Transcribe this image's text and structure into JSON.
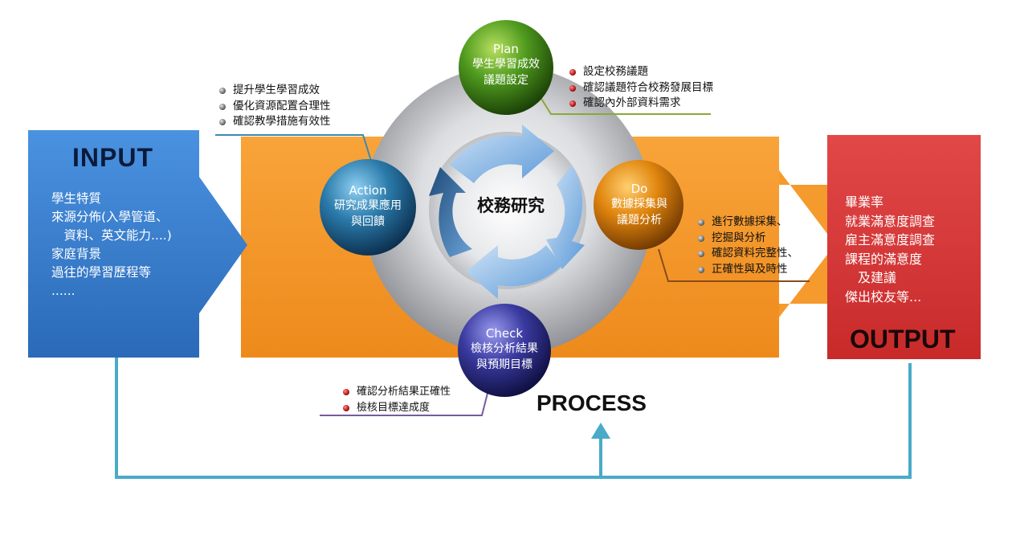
{
  "input": {
    "title": "INPUT",
    "items": [
      "學生特質",
      "來源分佈(入學管道、",
      "　資料、英文能力....)",
      "家庭背景",
      "過往的學習歷程等",
      "......"
    ]
  },
  "output": {
    "title": "OUTPUT",
    "items": [
      "畢業率",
      "就業滿意度調查",
      "雇主滿意度調查",
      "課程的滿意度",
      "　及建議",
      "傑出校友等..."
    ]
  },
  "process": {
    "title": "PROCESS"
  },
  "center": {
    "label": "校務研究"
  },
  "plan": {
    "title": "Plan",
    "line1": "學生學習成效",
    "line2": "議題設定",
    "bullets": [
      "設定校務議題",
      "確認議題符合校務發展目標",
      "確認內外部資料需求"
    ]
  },
  "do": {
    "title": "Do",
    "line1": "數據採集與",
    "line2": "議題分析",
    "bullets": [
      "進行數據採集、",
      "挖掘與分析",
      "確認資料完整性、",
      "正確性與及時性"
    ]
  },
  "check": {
    "title": "Check",
    "line1": "檢核分析結果",
    "line2": "與預期目標",
    "bullets": [
      "確認分析結果正確性",
      "檢核目標達成度"
    ]
  },
  "action": {
    "title": "Action",
    "line1": "研究成果應用",
    "line2": "與回饋",
    "bullets": [
      "提升學生學習成效",
      "優化資源配置合理性",
      "確認教學措施有效性"
    ]
  },
  "colors": {
    "input_blue": "#3a7fd0",
    "output_red": "#d83a3a",
    "process_orange": "#f59a2c",
    "feedback_teal": "#4aaac8",
    "plan_green": "#4b8a1c",
    "do_orange": "#e0850e",
    "check_purple": "#33338a",
    "action_blue": "#1f6a98"
  }
}
